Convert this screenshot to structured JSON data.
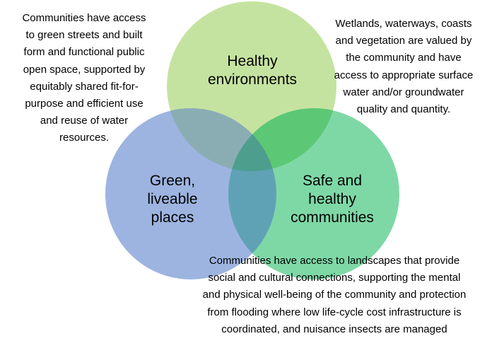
{
  "colors": {
    "environments": "#c5e3a0",
    "places": "#9db4e0",
    "communities": "#7ed8a6",
    "overlap_env_places": "#8aadb4",
    "overlap_env_communities": "#5cc774",
    "overlap_places_communities": "#5fa2b6",
    "overlap_center": "#4e9e8e"
  },
  "circles": {
    "environments": {
      "lines": [
        "Healthy",
        "environments"
      ]
    },
    "places": {
      "lines": [
        "Green,",
        "liveable",
        "places"
      ]
    },
    "communities": {
      "lines": [
        "Safe and",
        "healthy",
        "communities"
      ]
    }
  },
  "descriptions": {
    "places": {
      "lines": [
        "Communities have access",
        "to green streets and built",
        "form and functional public",
        "open space, supported by",
        "equitably shared fit-for-",
        "purpose and efficient use",
        "and reuse of water",
        "resources."
      ]
    },
    "environments": {
      "lines": [
        "Wetlands, waterways, coasts",
        "and vegetation are valued by",
        "the community and have",
        "access to appropriate surface",
        "water and/or groundwater",
        "quality and quantity."
      ]
    },
    "communities": {
      "lines": [
        "Communities have access to landscapes that provide",
        "social and cultural connections, supporting the mental",
        "and physical well-being of the community and protection",
        "from flooding where low life-cycle cost infrastructure is",
        "coordinated, and nuisance insects are managed"
      ]
    }
  }
}
